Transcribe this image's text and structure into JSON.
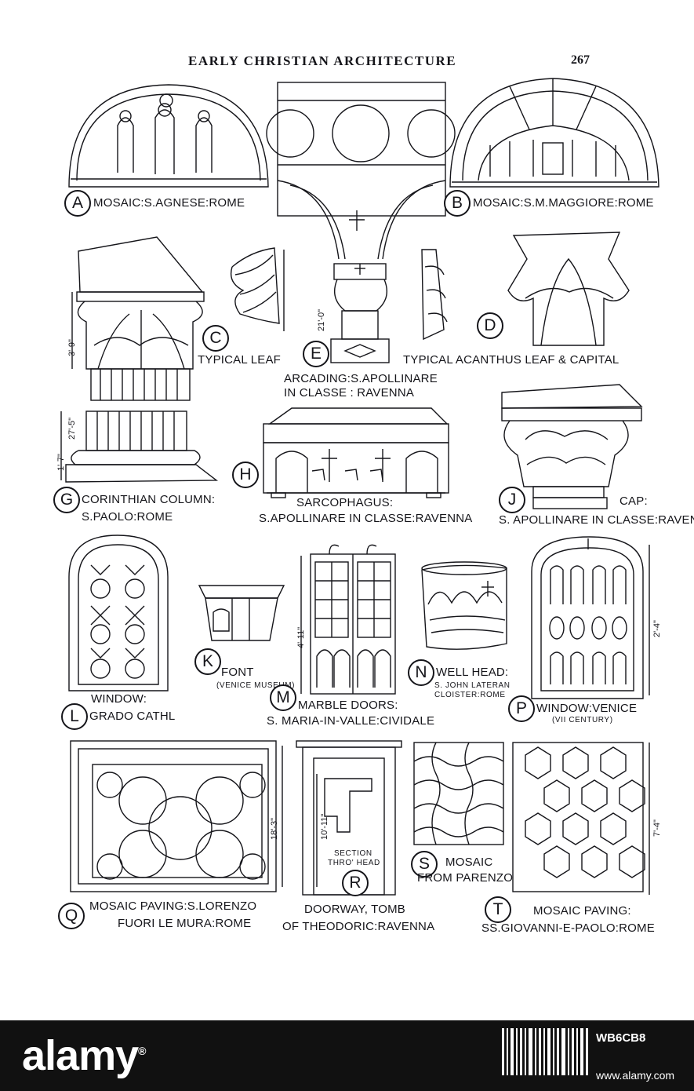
{
  "header": {
    "title": "EARLY CHRISTIAN ARCHITECTURE",
    "page_number": "267"
  },
  "figures": [
    {
      "letter": "A",
      "lines": [
        "MOSAIC:S.AGNESE:ROME"
      ]
    },
    {
      "letter": "B",
      "lines": [
        "MOSAIC:S.M.MAGGIORE:ROME"
      ]
    },
    {
      "letter": "C",
      "lines": [
        "TYPICAL LEAF"
      ]
    },
    {
      "letter": "D",
      "lines": [
        "TYPICAL ACANTHUS LEAF & CAPITAL"
      ]
    },
    {
      "letter": "E",
      "lines": [
        "ARCADING:S.APOLLINARE",
        "IN CLASSE : RAVENNA"
      ]
    },
    {
      "letter": "G",
      "lines": [
        "CORINTHIAN COLUMN:",
        "S.PAOLO:ROME"
      ]
    },
    {
      "letter": "H",
      "lines": [
        "SARCOPHAGUS:",
        "S.APOLLINARE IN CLASSE:RAVENNA"
      ]
    },
    {
      "letter": "J",
      "lines": [
        "CAP:",
        "S. APOLLINARE IN CLASSE:RAVENNA"
      ]
    },
    {
      "letter": "K",
      "lines": [
        "FONT",
        "(VENICE MUSEUM)"
      ]
    },
    {
      "letter": "L",
      "lines": [
        "WINDOW:",
        "GRADO CATHL"
      ]
    },
    {
      "letter": "M",
      "lines": [
        "MARBLE DOORS:",
        "S. MARIA-IN-VALLE:CIVIDALE"
      ]
    },
    {
      "letter": "N",
      "lines": [
        "WELL HEAD:",
        "S. JOHN LATERAN",
        "CLOISTER:ROME"
      ]
    },
    {
      "letter": "P",
      "lines": [
        "WINDOW:VENICE",
        "(VII CENTURY)"
      ]
    },
    {
      "letter": "Q",
      "lines": [
        "MOSAIC PAVING:S.LORENZO",
        "FUORI LE MURA:ROME"
      ]
    },
    {
      "letter": "R",
      "lines": [
        "DOORWAY, TOMB",
        "OF THEODORIC:RAVENNA",
        "SECTION",
        "THRO' HEAD"
      ]
    },
    {
      "letter": "S",
      "lines": [
        "MOSAIC",
        "FROM PARENZO"
      ]
    },
    {
      "letter": "T",
      "lines": [
        "MOSAIC PAVING:",
        "SS.GIOVANNI-E-PAOLO:ROME"
      ]
    }
  ],
  "dimensions": {
    "e_height": "21'-0\"",
    "g_capital": "3'-9\"",
    "g_shaft": "27'-5\"",
    "g_base": "1'-7\"",
    "m_height": "4'-11\"",
    "p_height": "2'-4\"",
    "q_height": "18'-3\"",
    "r_height": "10'-11\"",
    "t_height": "7'-4\""
  },
  "footer": {
    "brand": "alamy",
    "image_id": "WB6CB8",
    "url": "www.alamy.com"
  },
  "colors": {
    "ink": "#15151a",
    "paper": "#ffffff",
    "footer": "#111111"
  }
}
